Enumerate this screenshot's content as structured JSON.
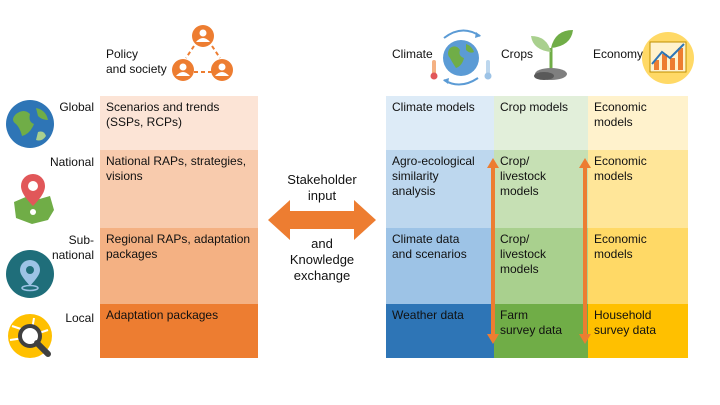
{
  "header": {
    "policy": "Policy\nand society",
    "climate": "Climate",
    "crops": "Crops",
    "economy": "Economy"
  },
  "levels": [
    "Global",
    "National",
    "Sub-\nnational",
    "Local"
  ],
  "policy_column": [
    {
      "text": "Scenarios and trends\n(SSPs, RCPs)",
      "color": "#FCE4D6"
    },
    {
      "text": "National RAPs, strategies,\nvisions",
      "color": "#F8CBAD"
    },
    {
      "text": "Regional RAPs, adaptation\npackages",
      "color": "#F4B183"
    },
    {
      "text": "Adaptation packages",
      "color": "#ED7D31"
    }
  ],
  "center": {
    "top": "Stakeholder\ninput",
    "bottom": "and\nKnowledge\nexchange",
    "arrow_color": "#ED7D31"
  },
  "climate_column": [
    {
      "text": "Climate models",
      "color": "#DDEBF7"
    },
    {
      "text": "Agro-ecological\nsimilarity\nanalysis",
      "color": "#BDD7EE"
    },
    {
      "text": "Climate data\nand scenarios",
      "color": "#9DC3E6"
    },
    {
      "text": "Weather data",
      "color": "#2E75B6"
    }
  ],
  "crops_column": [
    {
      "text": "Crop models",
      "color": "#E2EFDA"
    },
    {
      "text": "Crop/\nlivestock\nmodels",
      "color": "#C6E0B4"
    },
    {
      "text": "Crop/\nlivestock\nmodels",
      "color": "#A9D08E"
    },
    {
      "text": "Farm\nsurvey data",
      "color": "#70AD47"
    }
  ],
  "economy_column": [
    {
      "text": "Economic\nmodels",
      "color": "#FFF2CC"
    },
    {
      "text": "Economic\nmodels",
      "color": "#FFE699"
    },
    {
      "text": "Economic\nmodels",
      "color": "#FFD966"
    },
    {
      "text": "Household\nsurvey data",
      "color": "#FFC000"
    }
  ],
  "icons": [
    "people-network-icon",
    "globe-icon",
    "map-pin-icon",
    "location-pin-icon",
    "magnifier-icon",
    "climate-globe-icon",
    "seedling-icon",
    "growth-chart-icon"
  ]
}
